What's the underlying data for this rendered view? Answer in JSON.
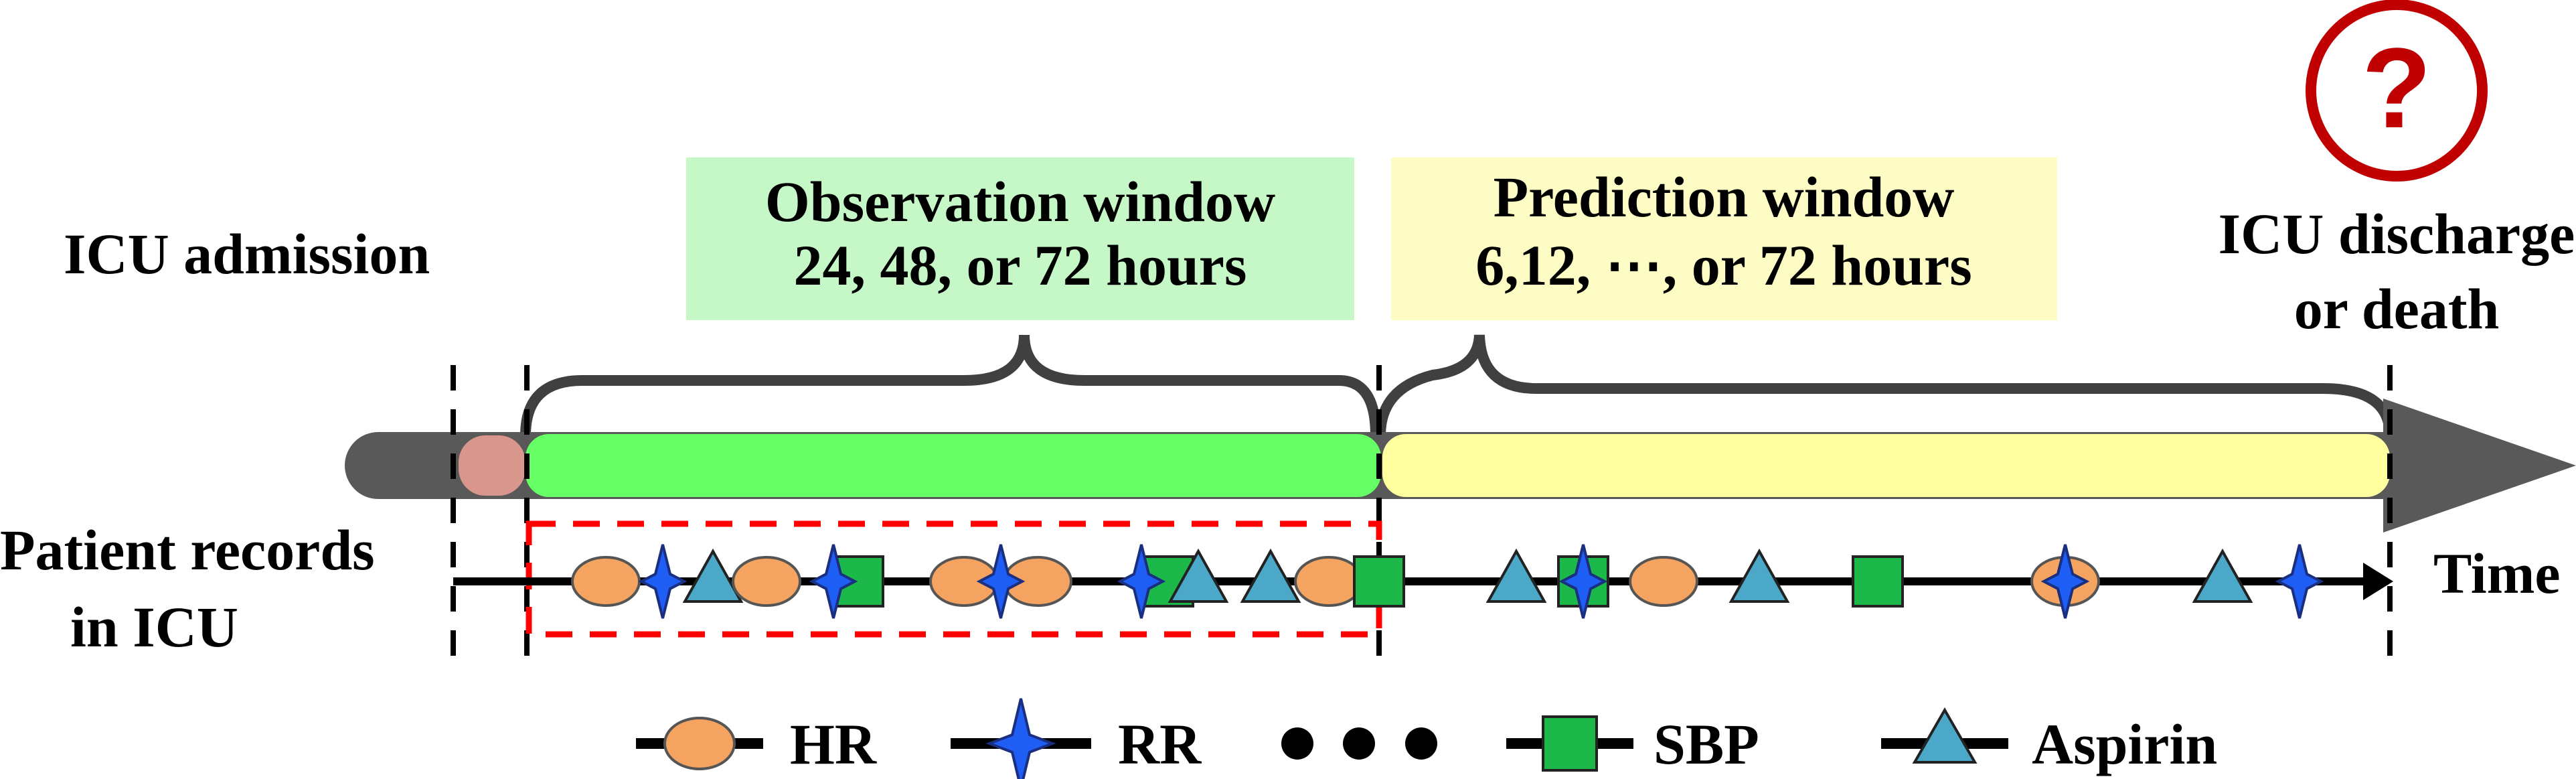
{
  "labels": {
    "icu_admission": "ICU admission",
    "patient_records_line1": "Patient records",
    "patient_records_line2": "in ICU",
    "icu_discharge_line1": "ICU discharge",
    "icu_discharge_line2": "or death",
    "time": "Time",
    "question_mark": "?"
  },
  "observation_window": {
    "title": "Observation window",
    "subtitle": "24, 48, or 72 hours"
  },
  "prediction_window": {
    "title": "Prediction window",
    "subtitle": "6,12, ⋯, or 72 hours"
  },
  "legend": {
    "hr": "HR",
    "rr": "RR",
    "sbp": "SBP",
    "aspirin": "Aspirin"
  },
  "colors": {
    "observation_fill": "#66ff66",
    "observation_box": "#c6f7c6",
    "prediction_fill": "#ffffa0",
    "prediction_box": "#fdfcc4",
    "arrow_gray": "#595959",
    "admission_marker": "#d9968c",
    "hr_orange": "#f4a460",
    "rr_blue": "#1f5ef5",
    "sbp_green": "#1db84a",
    "aspirin_teal": "#4ba8c8",
    "question_red": "#c00000",
    "dashed_red": "#ff0000"
  },
  "icons": {
    "hr": "orange-ellipse-icon",
    "rr": "blue-four-point-star-icon",
    "sbp": "green-square-icon",
    "aspirin": "teal-triangle-icon",
    "unknown_outcome": "question-circle-icon"
  }
}
